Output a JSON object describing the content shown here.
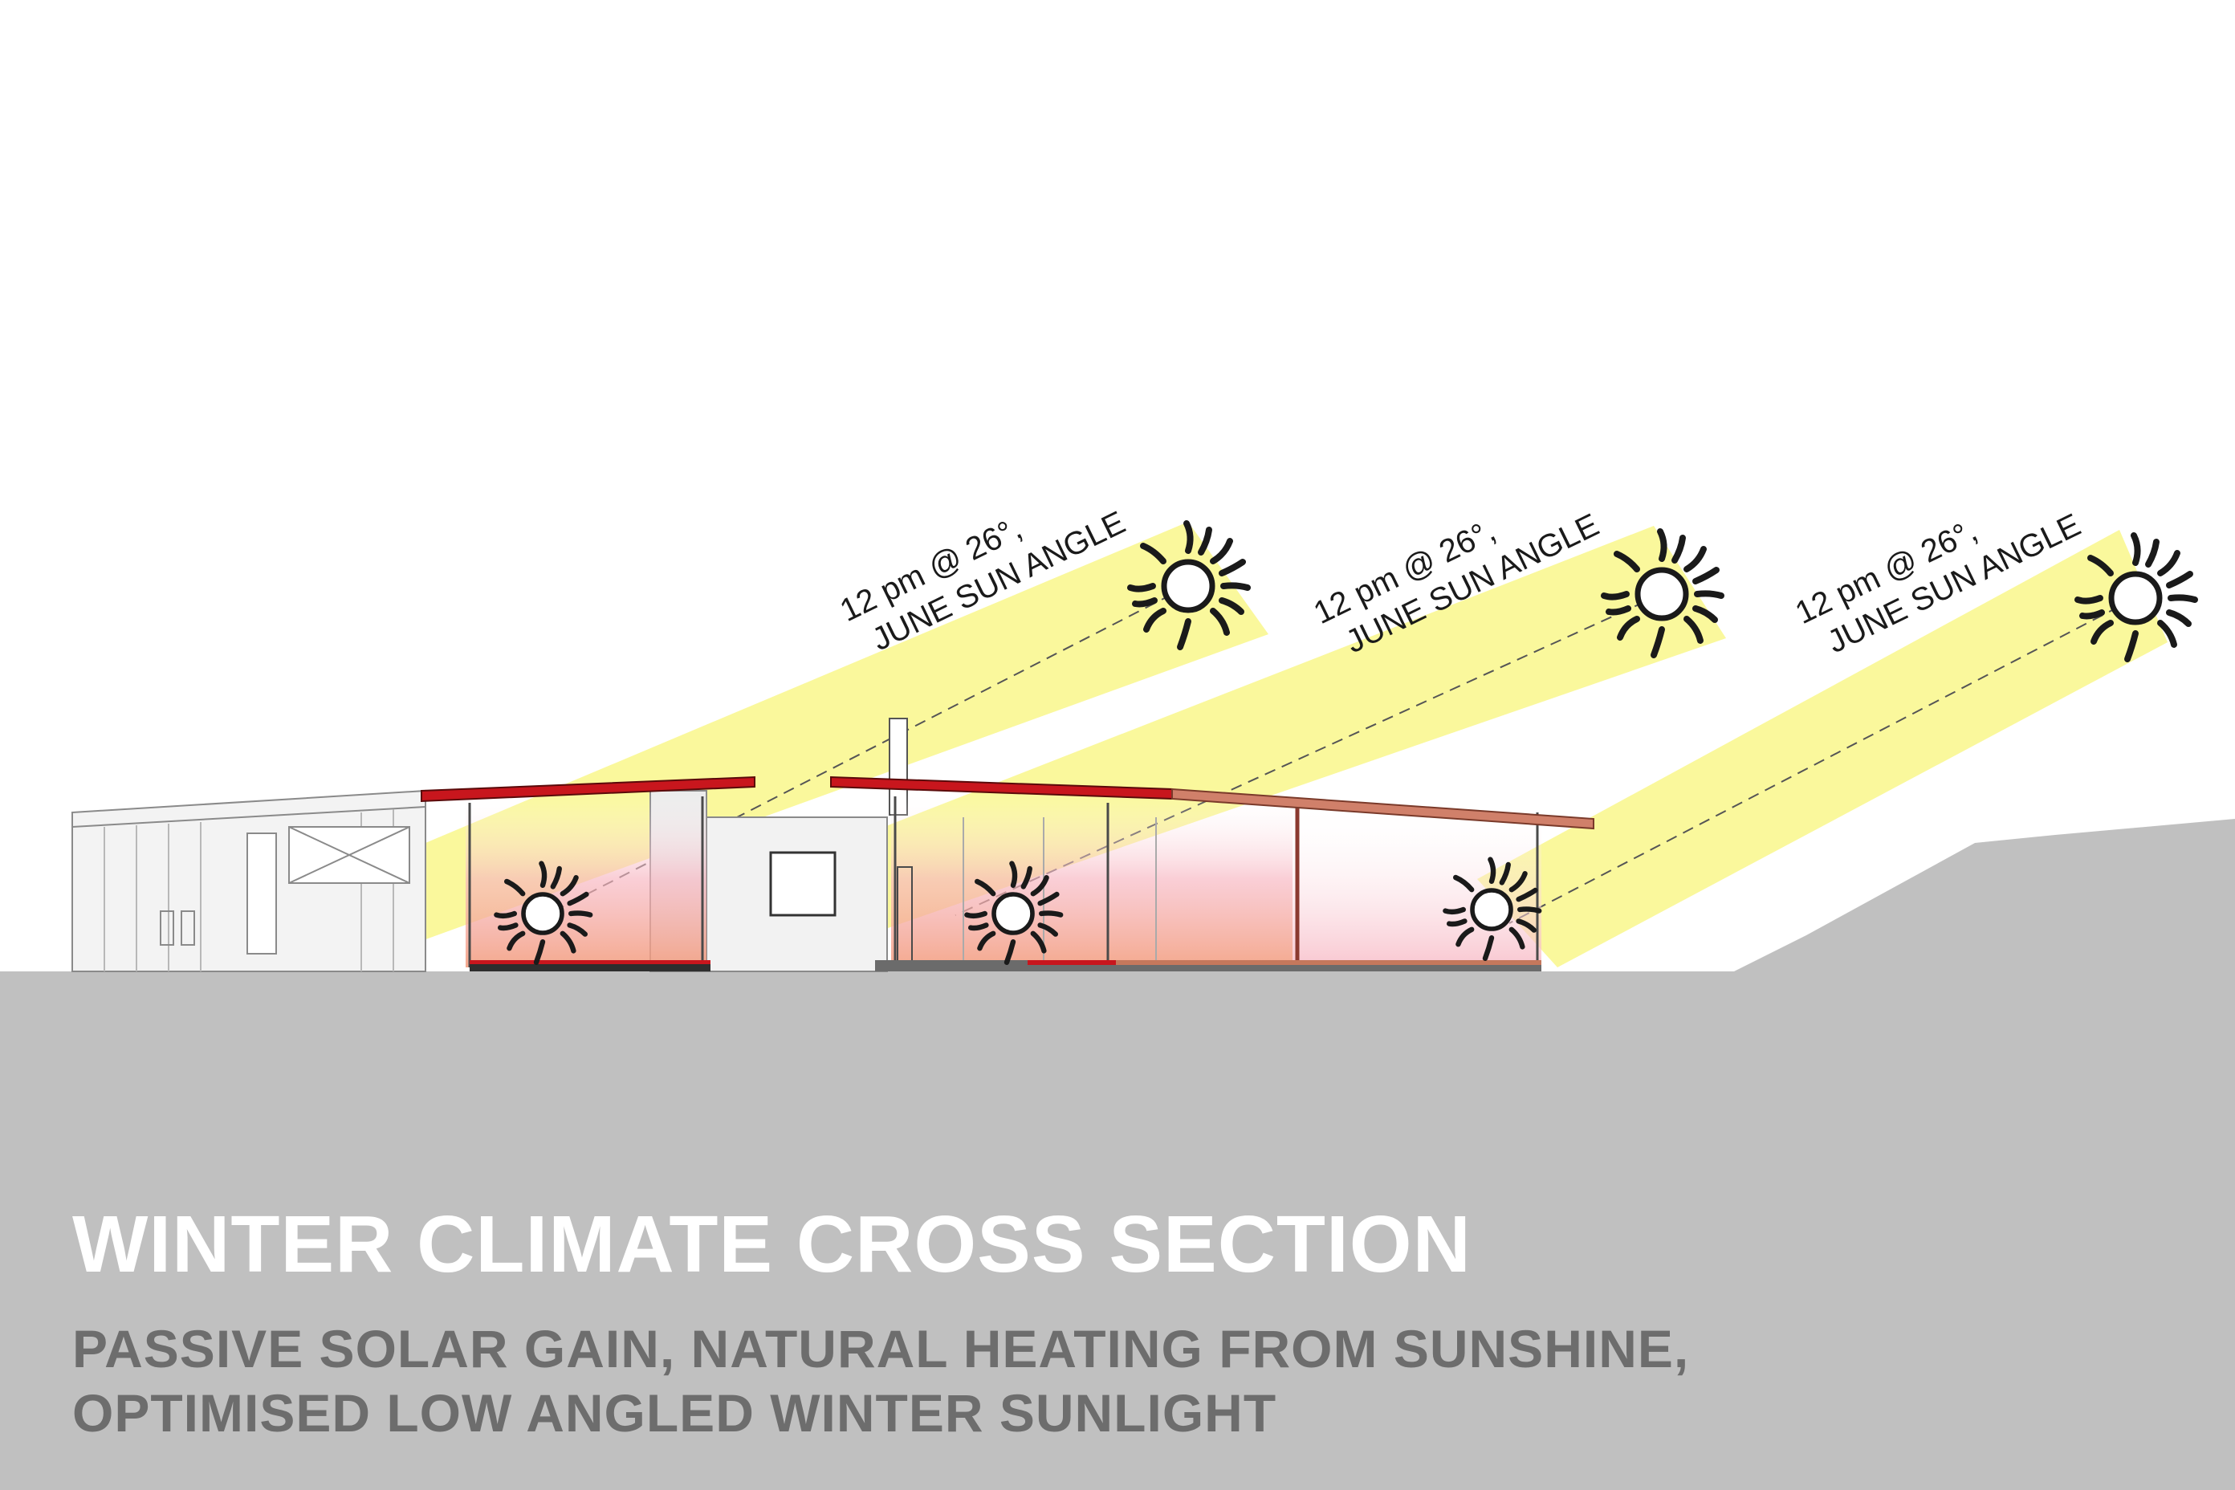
{
  "diagram": {
    "title": "WINTER CLIMATE CROSS SECTION",
    "subtitle_lines": [
      "PASSIVE SOLAR GAIN, NATURAL HEATING FROM SUNSHINE,",
      "OPTIMISED LOW ANGLED WINTER SUNLIGHT"
    ],
    "sun_annotations": [
      {
        "line1": "12 pm @ 26°,",
        "line2": "JUNE SUN ANGLE"
      },
      {
        "line1": "12 pm @ 26°,",
        "line2": "JUNE SUN ANGLE"
      },
      {
        "line1": "12 pm @ 26°,",
        "line2": "JUNE SUN ANGLE"
      }
    ],
    "colors": {
      "ground": "#c0c0c0",
      "sun_ray": "#f6f35a",
      "roof": "#c8161d",
      "interior_warm": "#f5a0a0",
      "caption_subtitle": "#6d6d6d",
      "outline": "#222222"
    },
    "icons": [
      "sun-icon"
    ]
  }
}
